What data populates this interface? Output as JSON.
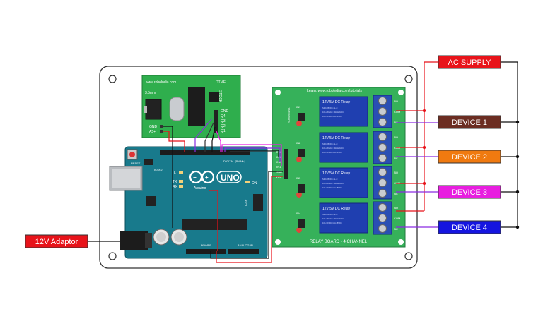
{
  "labels": {
    "ac_supply": "AC SUPPLY",
    "device_1": "DEVICE 1",
    "device_2": "DEVICE 2",
    "device_3": "DEVICE 3",
    "device_4": "DEVICE 4",
    "adaptor": "12V Adaptor"
  },
  "dtmf_module": {
    "site": "www.robolndia.com",
    "name": "DTMF",
    "jack": "3.5mm",
    "pins_left": [
      "GND",
      "A5+"
    ],
    "pins_right": [
      "GND",
      "Q4",
      "Q3",
      "Q2",
      "Q1"
    ],
    "chip": "STOCK"
  },
  "arduino": {
    "brand": "Arduino",
    "model": "UNO",
    "reset": "RESET",
    "icsp": "ICSP2",
    "led_l": "L",
    "led_tx": "TX",
    "led_rx": "RX",
    "on": "ON",
    "digital": "DIGITAL (PWM~)",
    "power": "POWER",
    "analog": "ANALOG IN",
    "icsp2": "ICSP"
  },
  "relay_board": {
    "site": "Learn: www.robolndia.com/tutorials",
    "title": "RELAY BOARD - 4 CHANNEL",
    "relay_label": "12V/5V DC Relay",
    "relay_sub": [
      "SRD-05VDC-SL-C",
      "10A 250VAC 10A 125VAC",
      "10A 30VDC 10A 28VDC"
    ],
    "terminals": [
      "NO",
      "COM",
      "NC"
    ],
    "channels": [
      "IN1",
      "IN2",
      "IN3",
      "IN4"
    ],
    "header_pins": [
      "IN4",
      "IN3",
      "IN2",
      "IN1",
      "GND",
      "VCC"
    ],
    "brand": "ROBOINDIA"
  },
  "colors": {
    "ac_supply": "#e8131a",
    "device_1": "#6b2d22",
    "device_2": "#f07a10",
    "device_3": "#e81ee0",
    "device_4": "#1515e0",
    "adaptor": "#e8131a",
    "relay_board": "#36b15a",
    "dtmf_board": "#2fae4d",
    "arduino": "#187a8c"
  }
}
